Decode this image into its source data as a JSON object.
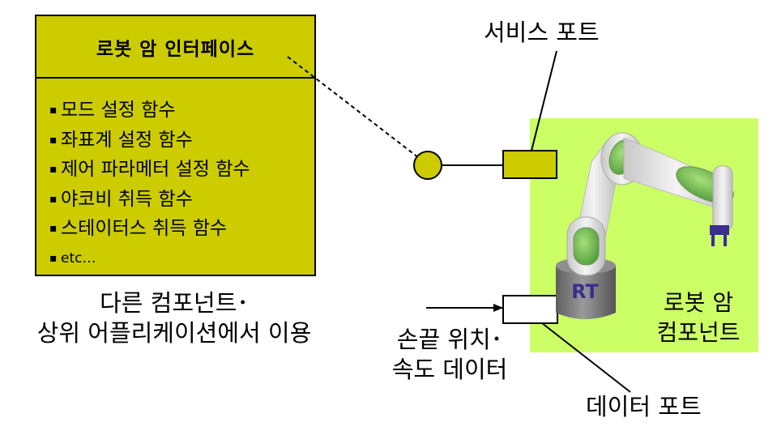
{
  "interface": {
    "title": "로봇 암 인터페이스",
    "functions": [
      "모드 설정 함수",
      "좌표계 설정 함수",
      "제어 파라메터 설정 함수",
      "야코비 취득 함수",
      "스테이터스 취득 함수",
      "etc…"
    ],
    "bullet": "▪"
  },
  "caption": {
    "line1": "다른 컴포넌트･",
    "line2": "상위 어플리케이션에서 이용"
  },
  "service_port_label": "서비스 포트",
  "data_port_label": "데이터 포트",
  "data_input": {
    "line1": "손끝 위치･",
    "line2": "속도 데이터"
  },
  "robot_component": {
    "line1": "로봇 암",
    "line2": "컴포넌트"
  },
  "robot_logo": "RT",
  "colors": {
    "interface_fill": "#cccc00",
    "component_fill": "#ccff66",
    "robot_joint_green": "#66bb44",
    "robot_body": "#d8d8d8",
    "robot_base": "#7a7a7a",
    "gripper": "#3a2f8f"
  }
}
